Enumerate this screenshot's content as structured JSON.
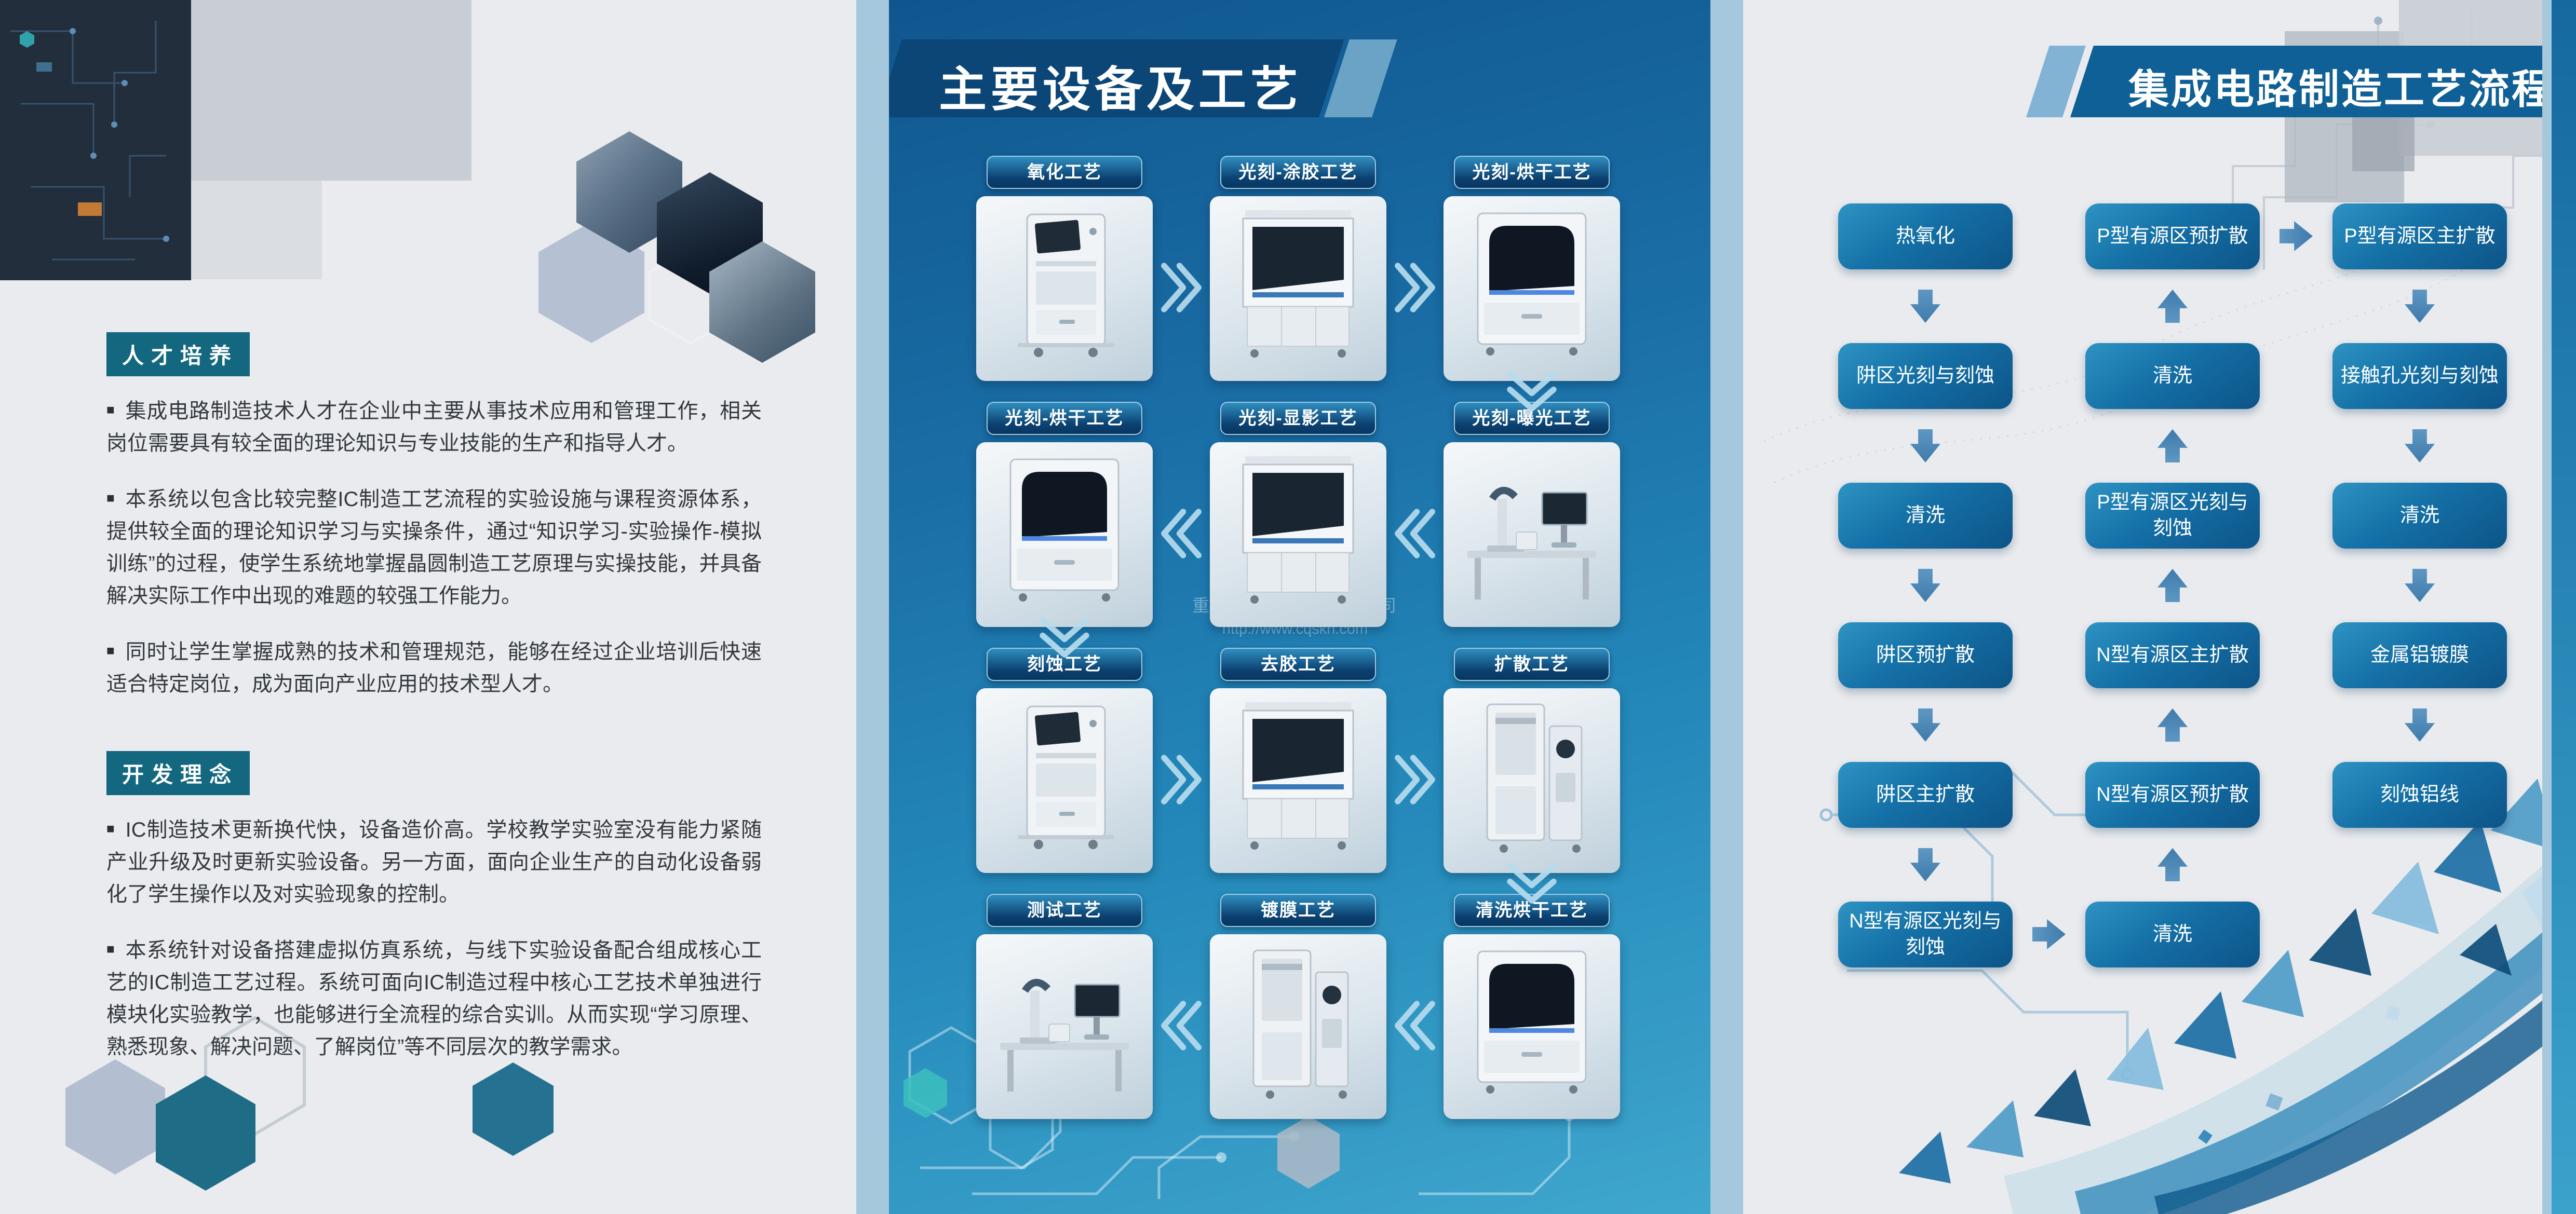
{
  "palette": {
    "panel_bg": "#e9ebee",
    "mid_blue_top": "#10568e",
    "mid_blue_bottom": "#3fa6cd",
    "fold_divider": "#a6c8dc",
    "banner_mid": "#0b4677",
    "banner_right": "#0f6096",
    "accent_light": "#82b2d4",
    "flow_box_blue": "#1470a6",
    "arrow_blue": "#4f88b6",
    "section_header_bg": "#13687f"
  },
  "left_panel": {
    "sections": [
      {
        "header": "人才培养",
        "paragraphs": [
          "集成电路制造技术人才在企业中主要从事技术应用和管理工作，相关岗位需要具有较全面的理论知识与专业技能的生产和指导人才。",
          "本系统以包含比较完整IC制造工艺流程的实验设施与课程资源体系，提供较全面的理论知识学习与实操条件，通过“知识学习-实验操作-模拟训练”的过程，使学生系统地掌握晶圆制造工艺原理与实操技能，并具备解决实际工作中出现的难题的较强工作能力。",
          "同时让学生掌握成熟的技术和管理规范，能够在经过企业培训后快速适合特定岗位，成为面向产业应用的技术型人才。"
        ]
      },
      {
        "header": "开发理念",
        "paragraphs": [
          "IC制造技术更新换代快，设备造价高。学校教学实验室没有能力紧随产业升级及时更新实验设备。另一方面，面向企业生产的自动化设备弱化了学生操作以及对实验现象的控制。",
          "本系统针对设备搭建虚拟仿真系统，与线下实验设备配合组成核心工艺的IC制造工艺过程。系统可面向IC制造过程中核心工艺技术单独进行模块化实验教学，也能够进行全流程的综合实训。从而实现“学习原理、熟悉现象、解决问题、了解岗位”等不同层次的教学需求。"
        ]
      }
    ]
  },
  "middle_panel": {
    "title": "主要设备及工艺",
    "watermark": {
      "company": "重庆斯科恩科技有限公司",
      "url": "http://www.cqskn.com"
    },
    "rows": [
      {
        "direction": "right",
        "cells": [
          {
            "label": "氧化工艺",
            "machine": "cabinet"
          },
          {
            "label": "光刻-涂胶工艺",
            "machine": "hood"
          },
          {
            "label": "光刻-烘干工艺",
            "machine": "dome"
          }
        ]
      },
      {
        "direction": "left",
        "cells": [
          {
            "label": "光刻-烘干工艺",
            "machine": "dome"
          },
          {
            "label": "光刻-显影工艺",
            "machine": "hood"
          },
          {
            "label": "光刻-曝光工艺",
            "machine": "bench"
          }
        ]
      },
      {
        "direction": "right",
        "cells": [
          {
            "label": "刻蚀工艺",
            "machine": "cabinet"
          },
          {
            "label": "去胶工艺",
            "machine": "hood"
          },
          {
            "label": "扩散工艺",
            "machine": "tower"
          }
        ]
      },
      {
        "direction": "left",
        "cells": [
          {
            "label": "测试工艺",
            "machine": "bench"
          },
          {
            "label": "镀膜工艺",
            "machine": "tower"
          },
          {
            "label": "清洗烘干工艺",
            "machine": "dome"
          }
        ]
      }
    ]
  },
  "right_panel": {
    "title": "集成电路制造工艺流程",
    "columns": [
      {
        "flow": "down",
        "boxes": [
          "热氧化",
          "阱区光刻与刻蚀",
          "清洗",
          "阱区预扩散",
          "阱区主扩散",
          "N型有源区光刻与刻蚀"
        ]
      },
      {
        "flow": "up",
        "boxes": [
          "P型有源区预扩散",
          "清洗",
          "P型有源区光刻与刻蚀",
          "N型有源区主扩散",
          "N型有源区预扩散",
          "清洗"
        ]
      },
      {
        "flow": "down",
        "boxes": [
          "P型有源区主扩散",
          "接触孔光刻与刻蚀",
          "清洗",
          "金属铝镀膜",
          "刻蚀铝线"
        ]
      }
    ],
    "connectors": [
      {
        "from": "P型有源区预扩散",
        "to": "P型有源区主扩散",
        "direction": "right"
      },
      {
        "from": "N型有源区光刻与刻蚀",
        "to": "清洗",
        "direction": "right"
      }
    ]
  }
}
